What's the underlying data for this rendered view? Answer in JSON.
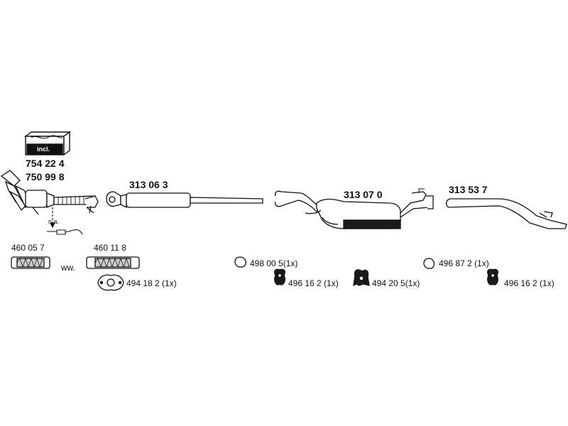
{
  "kit": {
    "incl_label": "incl.",
    "part_a": "754 22 4",
    "part_b": "750 99 8"
  },
  "note_na": "n.a.",
  "ww": "ww.",
  "parts": {
    "front_pipe": "313 06 3",
    "middle_silencer": "313 07 0",
    "tail_pipe": "313 53 7",
    "flex_1": "460 05 7",
    "flex_2": "460 11 8",
    "gasket": "494 18 2  (1x)",
    "clamp_1": "498 00 5(1x)",
    "hanger_1": "496 16 2  (1x)",
    "hanger_2": "494 20 5(1x)",
    "clamp_2": "496 87 2 (1x)",
    "hanger_3": "496 16 2  (1x)"
  },
  "colors": {
    "line": "#111111",
    "fill": "#ffffff",
    "shade": "#9a9a9a",
    "dark": "#1a1a1a"
  }
}
